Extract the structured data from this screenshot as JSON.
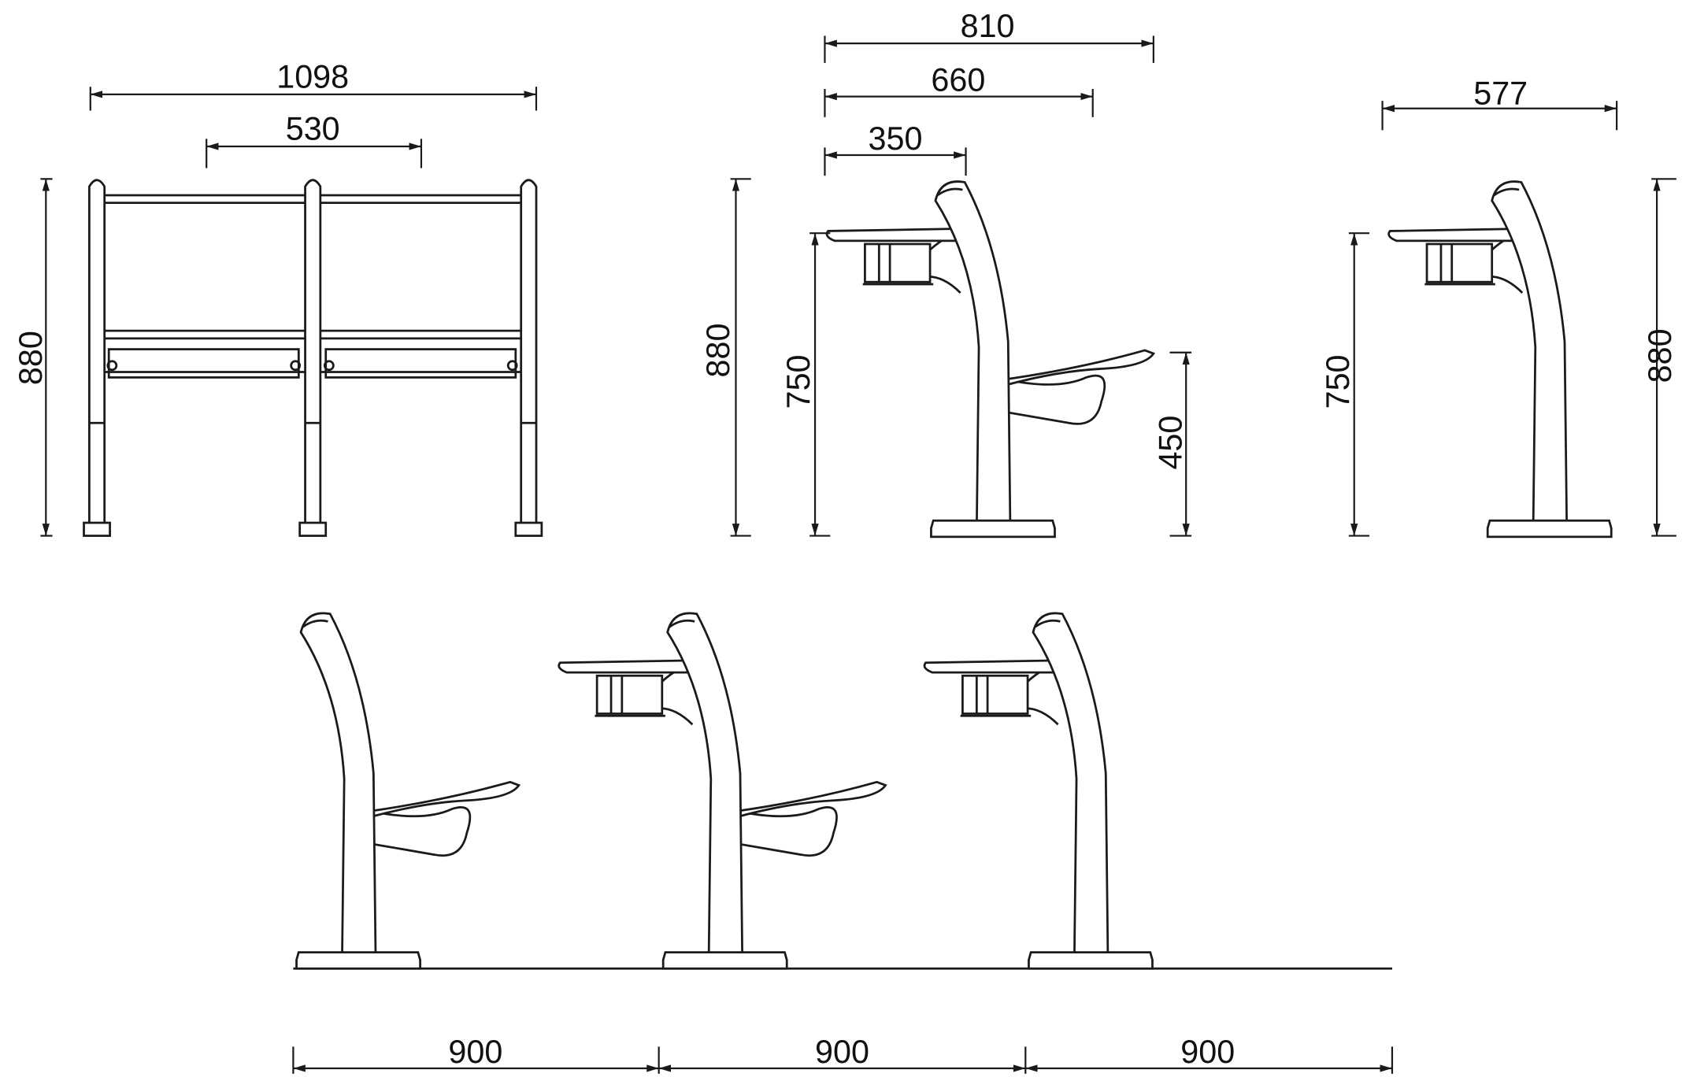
{
  "front_view": {
    "width_total": "1098",
    "seat_width": "530",
    "height": "880"
  },
  "side_view": {
    "depth_total": "810",
    "depth_mid": "660",
    "desk_depth": "350",
    "height": "880",
    "desk_height": "750",
    "seat_height": "450"
  },
  "side_view_folded": {
    "depth": "577",
    "desk_height": "750",
    "height": "880"
  },
  "row_spacing": {
    "spacings": [
      "900",
      "900",
      "900"
    ]
  }
}
